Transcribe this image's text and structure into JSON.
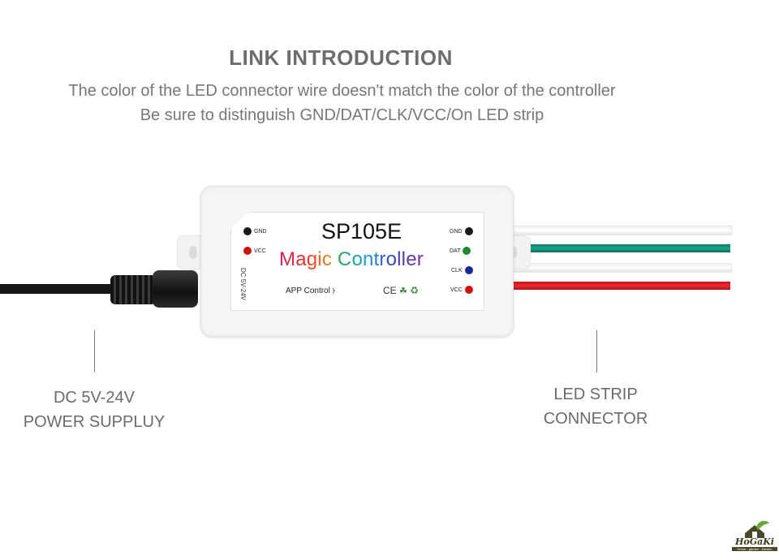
{
  "header": {
    "title": "LINK INTRODUCTION",
    "line1": "The color of the LED connector wire doesn't match the color of the controller",
    "line2": "Be sure to distinguish GND/DAT/CLK/VCC/On LED strip"
  },
  "device": {
    "model": "SP105E",
    "brand_words": [
      "Magic",
      "Controller"
    ],
    "app_label": "APP Control",
    "dc_label": "DC 5V-24V",
    "cert_label": "CE",
    "left_pins": [
      {
        "label": "GND",
        "color": "#1a1a1a"
      },
      {
        "label": "VCC",
        "color": "#d01010"
      }
    ],
    "right_pins": [
      {
        "label": "GND",
        "color": "#1a1a1a"
      },
      {
        "label": "DAT",
        "color": "#1e8a2e"
      },
      {
        "label": "CLK",
        "color": "#1a2a9a"
      },
      {
        "label": "VCC",
        "color": "#d01010"
      }
    ]
  },
  "captions": {
    "power_line1": "DC 5V-24V",
    "power_line2": "POWER SUPPLUY",
    "strip_line1": "LED STRIP",
    "strip_line2": "CONNECTOR"
  },
  "logo": {
    "name": "HoGaKi",
    "tagline": "Home - garden - kitchen"
  }
}
